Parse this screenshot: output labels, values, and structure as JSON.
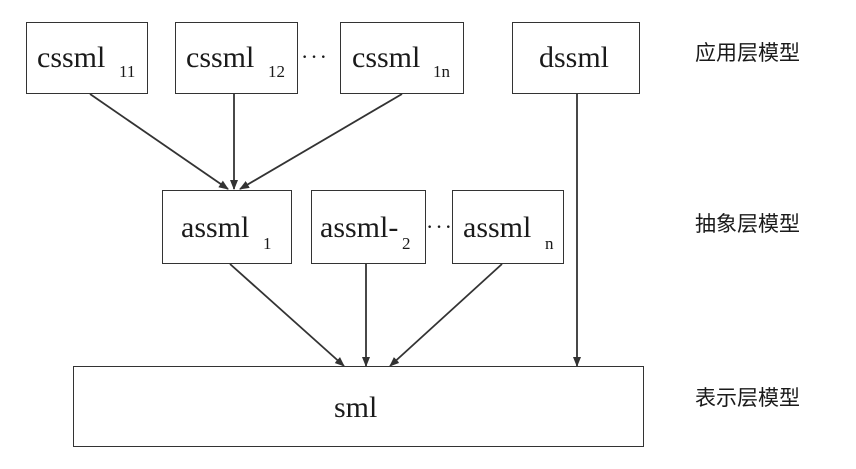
{
  "colors": {
    "stroke": "#333333",
    "text": "#1a1a1a",
    "background": "#ffffff"
  },
  "application_layer": {
    "boxes": [
      {
        "name": "cssml",
        "sub": "11"
      },
      {
        "name": "cssml",
        "sub": "12"
      },
      {
        "name": "cssml",
        "sub": "1n"
      },
      {
        "name": "dssml",
        "sub": ""
      }
    ],
    "ellipsis": "···"
  },
  "abstract_layer": {
    "boxes": [
      {
        "name": "assml",
        "sub": "1"
      },
      {
        "name": "assml-",
        "sub": "2"
      },
      {
        "name": "assml",
        "sub": "n"
      }
    ],
    "ellipsis": "···"
  },
  "presentation_layer": {
    "box": {
      "name": "sml"
    }
  },
  "layer_labels": {
    "application": "应用层模型",
    "abstract": "抽象层模型",
    "presentation": "表示层模型"
  }
}
